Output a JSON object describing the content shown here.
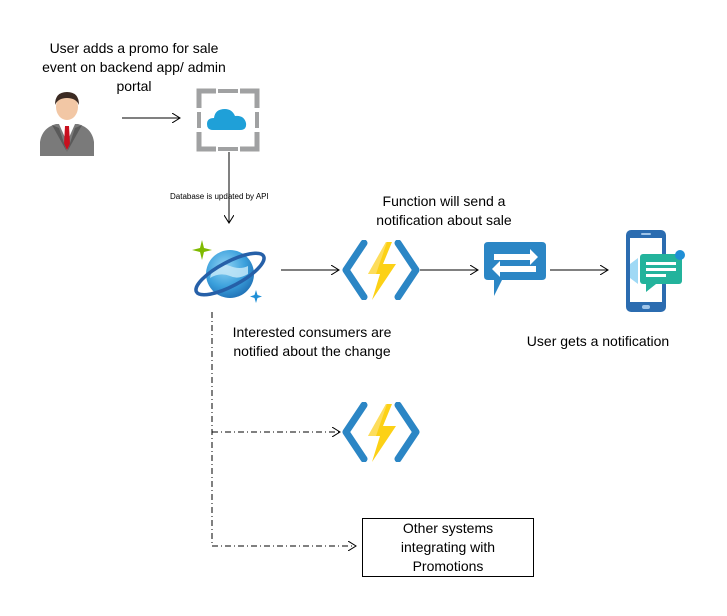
{
  "labels": {
    "user_adds_promo": "User adds a promo for sale event on backend app/ admin portal",
    "db_updated": "Database is updated by API",
    "function_send": "Function will send a notification about sale",
    "consumers_notified": "Interested consumers are notified about the change",
    "user_gets_notification": "User gets a notification",
    "other_systems": "Other systems integrating with Promotions"
  },
  "icons": {
    "user": "user-icon",
    "admin_portal": "app-service-icon",
    "database": "cosmos-db-icon",
    "function_main": "azure-function-icon",
    "function_secondary": "azure-function-icon",
    "notification_hub": "notification-hub-icon",
    "phone": "mobile-notification-icon"
  },
  "colors": {
    "azure_blue": "#2b86c5",
    "bolt_yellow": "#fcd116",
    "cloud_blue": "#1fa0d8",
    "bracket_gray": "#a0a1a2"
  }
}
